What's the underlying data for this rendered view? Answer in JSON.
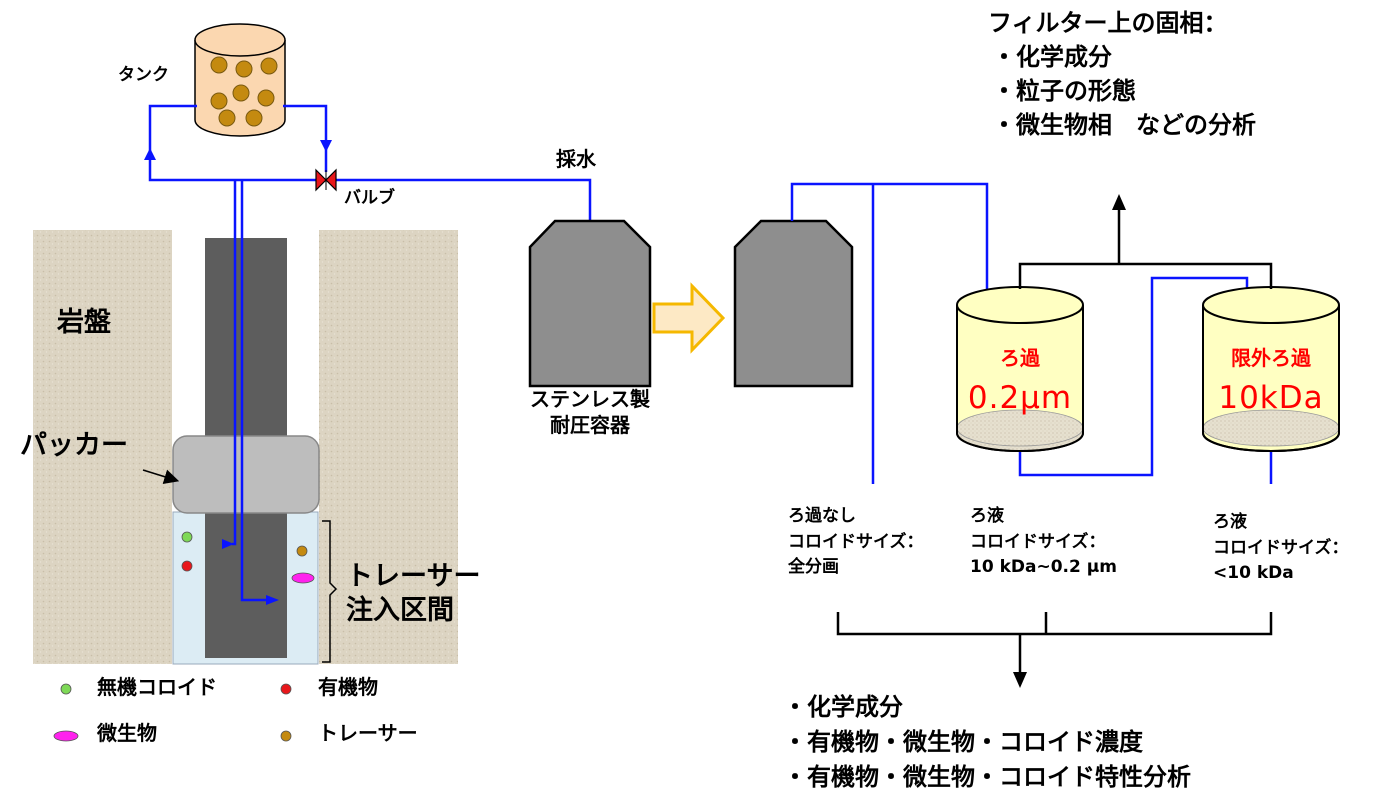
{
  "tank": {
    "label": "タンク"
  },
  "valve": {
    "label": "バルブ"
  },
  "sampling": {
    "label": "採水"
  },
  "rock": {
    "label": "岩盤"
  },
  "packer": {
    "label": "パッカー"
  },
  "tracer_section": {
    "line1": "トレーサー",
    "line2": "注入区間"
  },
  "vessel": {
    "line1": "ステンレス製",
    "line2": "耐圧容器"
  },
  "filter1": {
    "name": "ろ過",
    "size": "0.2μm"
  },
  "filter2": {
    "name": "限外ろ過",
    "size": "10kDa"
  },
  "solid_phase": {
    "title": "フィルター上の固相：",
    "items": [
      "・化学成分",
      "・粒子の形態",
      "・微生物相　などの分析"
    ]
  },
  "fractions": [
    {
      "line1": "ろ過なし",
      "line2": "コロイドサイズ：",
      "line3": "全分画"
    },
    {
      "line1": "ろ液",
      "line2": "コロイドサイズ：",
      "line3": "10 kDa~0.2 μm"
    },
    {
      "line1": "ろ液",
      "line2": "コロイドサイズ：",
      "line3": "<10 kDa"
    }
  ],
  "analysis": {
    "items": [
      "・化学成分",
      "・有機物・微生物・コロイド濃度",
      "・有機物・微生物・コロイド特性分析"
    ]
  },
  "legend": {
    "inorganic_colloid": "無機コロイド",
    "organic": "有機物",
    "microbe": "微生物",
    "tracer": "トレーサー"
  },
  "colors": {
    "pipe": "#0a14ff",
    "rock": "#dcd4c2",
    "rod": "#5d5d5d",
    "packer": "#bdbdbd",
    "vessel": "#8e8e8e",
    "filter_fill": "#ffffc2",
    "tank_fill": "#fbd7b0",
    "interval_water": "#dcecf4",
    "inorganic_colloid": "#7ed957",
    "organic": "#e8171b",
    "microbe": "#ff22ee",
    "tracer": "#c48a10"
  }
}
